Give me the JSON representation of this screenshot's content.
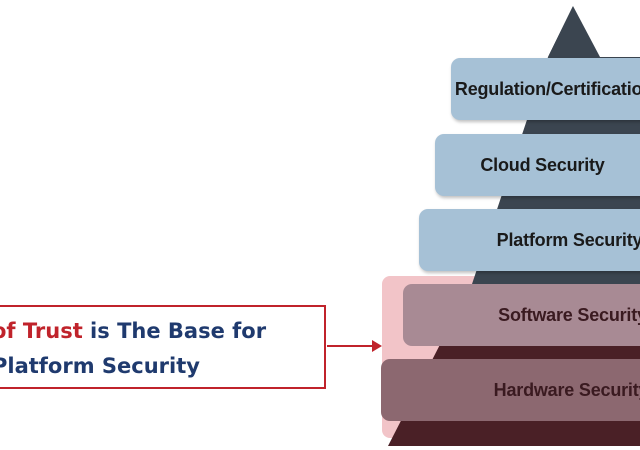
{
  "callout": {
    "line1_red": "of Trust",
    "line1_rest": " is The Base for",
    "line2": "Platform Security"
  },
  "pyramid": {
    "layers": [
      {
        "label": "Regulation/Certification",
        "fill": "#a6c1d6",
        "text_color": "#1a1a1a"
      },
      {
        "label": "Cloud Security",
        "fill": "#a6c1d6",
        "text_color": "#1a1a1a"
      },
      {
        "label": "Platform Security",
        "fill": "#a6c1d6",
        "text_color": "#1a1a1a"
      },
      {
        "label": "Software Security",
        "fill": "#a88a94",
        "text_color": "#3a1a20"
      },
      {
        "label": "Hardware Security",
        "fill": "#8c6870",
        "text_color": "#3a1a20"
      }
    ]
  },
  "colors": {
    "triangle_dark": "#3b4550",
    "triangle_base": "#4a2026",
    "highlight_box": "#f2c4c8",
    "accent_red": "#c0232b",
    "navy_text": "#1f3a6e"
  }
}
